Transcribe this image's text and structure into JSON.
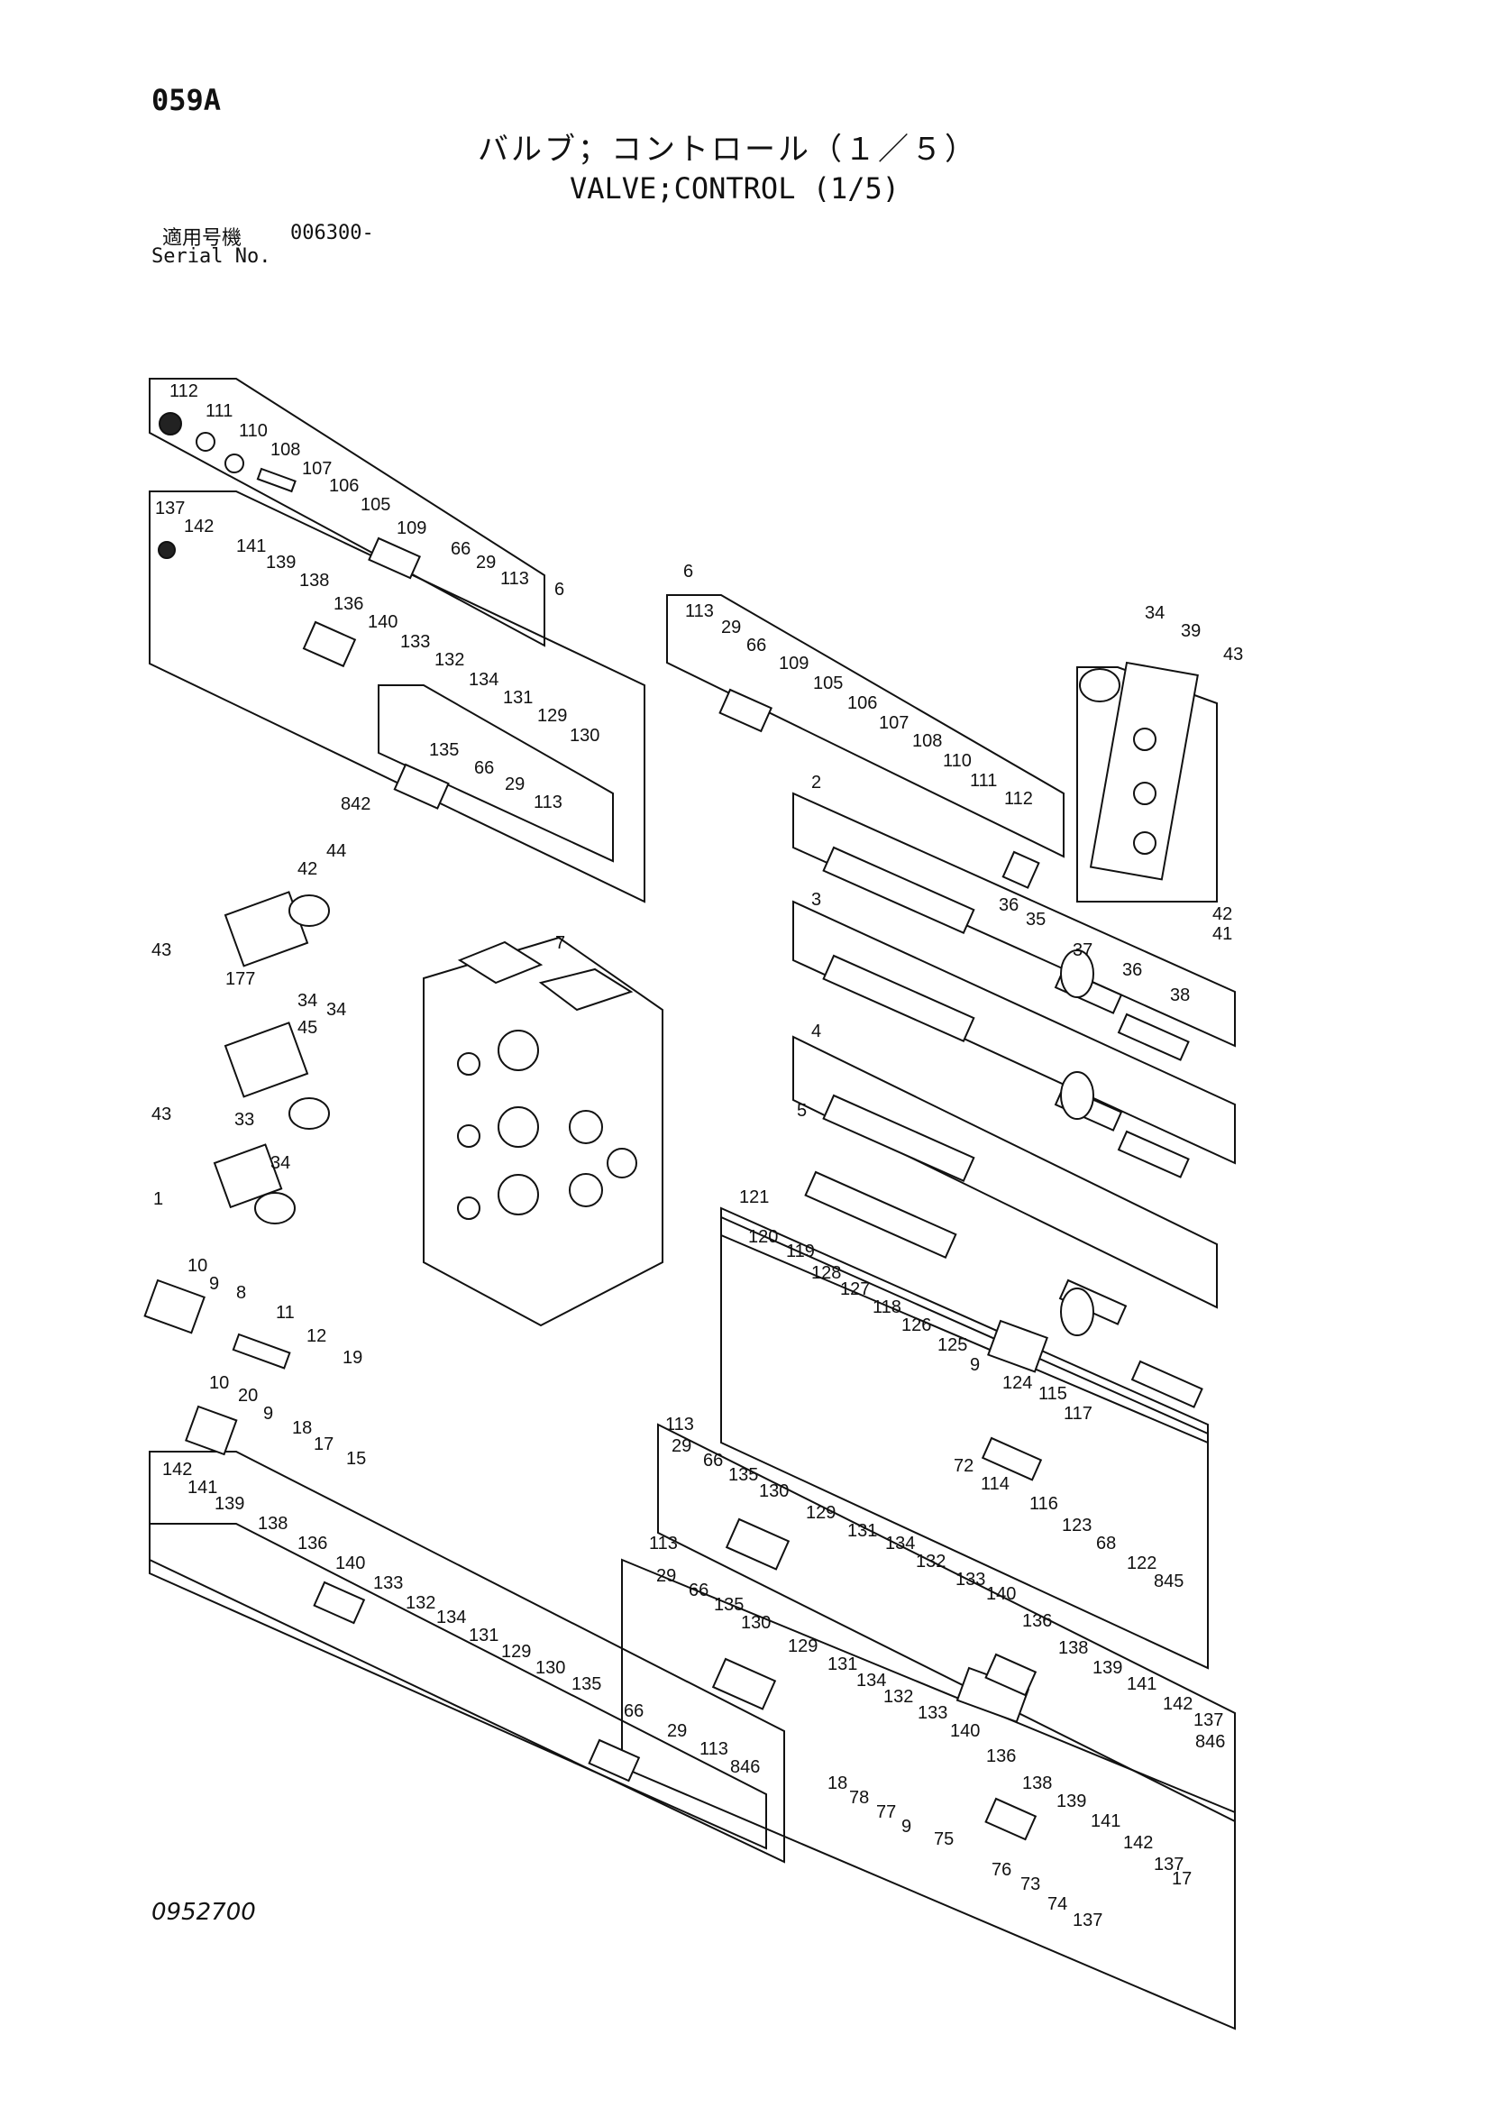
{
  "header": {
    "page_code": "059A",
    "title_jp": "バルブ；コントロール（１／５）",
    "title_en": "VALVE;CONTROL (1/5)",
    "serial_label_jp": "適用号機",
    "serial_value": "006300-",
    "serial_label_en": "Serial No."
  },
  "footer": {
    "doc_number": "0952700"
  },
  "callouts": [
    "112",
    "111",
    "110",
    "108",
    "107",
    "106",
    "105",
    "109",
    "66",
    "29",
    "113",
    "6",
    "137",
    "142",
    "141",
    "139",
    "138",
    "136",
    "140",
    "133",
    "132",
    "134",
    "131",
    "129",
    "130",
    "135",
    "66",
    "29",
    "113",
    "842",
    "6",
    "113",
    "29",
    "66",
    "109",
    "105",
    "106",
    "107",
    "108",
    "110",
    "111",
    "112",
    "34",
    "39",
    "43",
    "42",
    "41",
    "2",
    "3",
    "4",
    "5",
    "36",
    "35",
    "37",
    "36",
    "38",
    "42",
    "44",
    "43",
    "177",
    "34",
    "45",
    "34",
    "43",
    "33",
    "34",
    "1",
    "7",
    "10",
    "9",
    "8",
    "11",
    "12",
    "19",
    "10",
    "20",
    "9",
    "18",
    "17",
    "15",
    "121",
    "120",
    "119",
    "128",
    "127",
    "118",
    "126",
    "125",
    "9",
    "124",
    "115",
    "117",
    "72",
    "114",
    "116",
    "123",
    "68",
    "122",
    "845",
    "113",
    "29",
    "66",
    "135",
    "130",
    "129",
    "131",
    "134",
    "132",
    "133",
    "140",
    "136",
    "138",
    "139",
    "141",
    "142",
    "137",
    "846",
    "113",
    "29",
    "66",
    "135",
    "130",
    "129",
    "131",
    "134",
    "132",
    "133",
    "140",
    "136",
    "138",
    "139",
    "141",
    "142",
    "137",
    "17",
    "18",
    "78",
    "77",
    "9",
    "75",
    "76",
    "73",
    "74",
    "137",
    "142",
    "141",
    "139",
    "138",
    "136",
    "140",
    "133",
    "132",
    "134",
    "131",
    "129",
    "130",
    "135",
    "66",
    "29",
    "113",
    "846"
  ]
}
